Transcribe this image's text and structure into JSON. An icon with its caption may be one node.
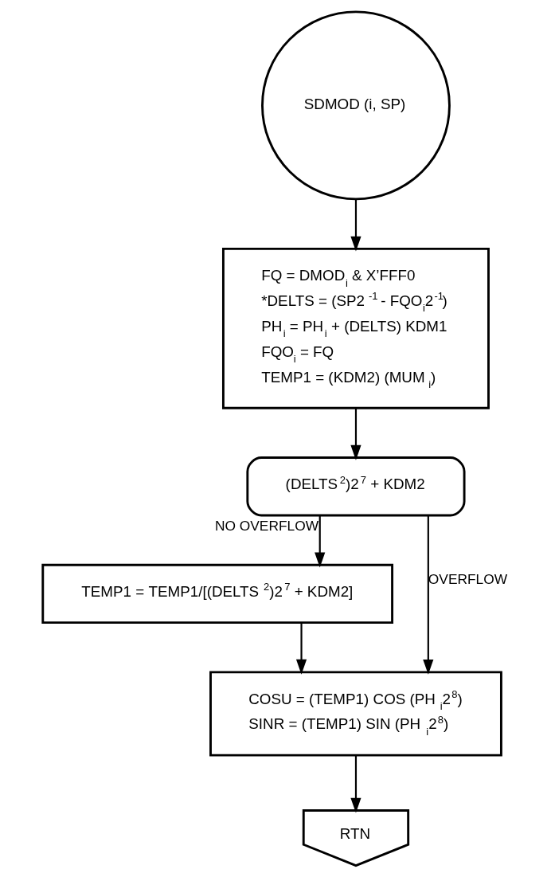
{
  "diagram": {
    "nodes": [
      {
        "text": [
          "SDMOD (i, SP)"
        ]
      },
      {
        "text": [
          "FQ = DMOD$_{i}$ & X’FFF0",
          "*DELTS = (SP2$^{-1}$ - FQO$_{i}$2$^{-1}$)",
          "PH$_{i}$ = PH$_{i}$ + (DELTS) KDM1",
          "FQO$_{i}$ = FQ",
          "TEMP1 = (KDM2) (MUM$_{i}$)"
        ]
      },
      {
        "text": [
          "(DELTS$^{2}$)2$^{7}$ + KDM2"
        ]
      },
      {
        "text": [
          "TEMP1 = TEMP1/[(DELTS$^{2}$)2$^{7}$ + KDM2]"
        ]
      },
      {
        "text": [
          "COSU = (TEMP1) COS (PH$_{i}$2$^{8}$)",
          "SINR = (TEMP1) SIN (PH$_{i}$2$^{8}$)"
        ]
      },
      {
        "text": [
          "RTN"
        ]
      }
    ],
    "edges": [
      {
        "from": 0,
        "to": 1,
        "arrow": "to"
      },
      {
        "from": 1,
        "to": 2,
        "arrow": "to"
      },
      {
        "from": 2,
        "to": 4,
        "arrow": "to",
        "label": "OVERFLOW"
      },
      {
        "from": 2,
        "to": 3,
        "arrow": "to",
        "label": "NO OVERFLOW"
      },
      {
        "from": 3,
        "to": 4,
        "arrow": "to"
      },
      {
        "from": 4,
        "to": 5,
        "arrow": "to"
      }
    ]
  }
}
